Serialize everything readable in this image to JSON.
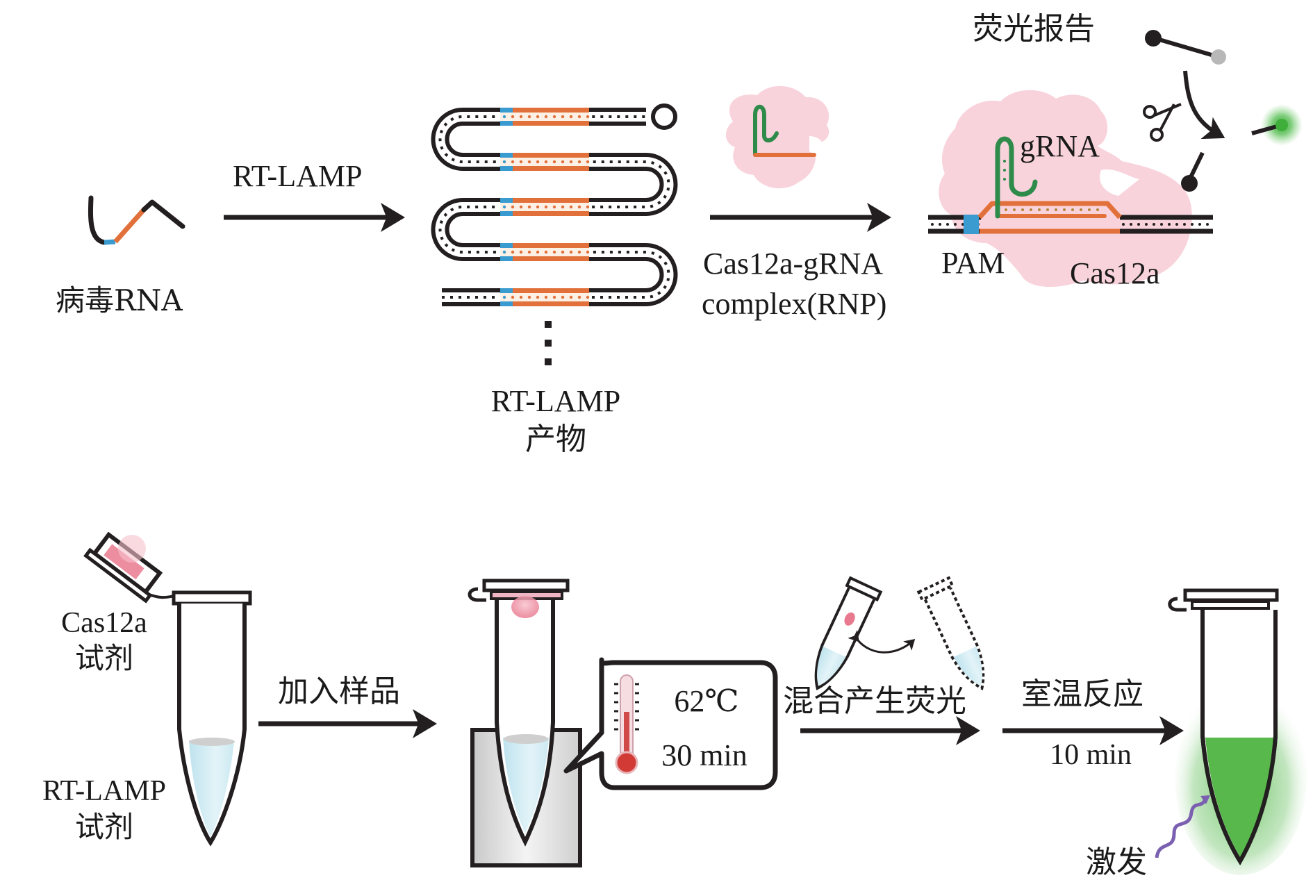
{
  "top_panel": {
    "viral_rna_label": "病毒RNA",
    "step1_label": "RT-LAMP",
    "product_label_line1": "RT-LAMP",
    "product_label_line2": "产物",
    "step2_label_line1": "Cas12a-gRNA",
    "step2_label_line2": "complex(RNP)",
    "grna_label": "gRNA",
    "pam_label": "PAM",
    "cas12a_label": "Cas12a",
    "reporter_label": "荧光报告"
  },
  "bottom_panel": {
    "cas12a_reagent_line1": "Cas12a",
    "cas12a_reagent_line2": "试剂",
    "rtlamp_reagent_line1": "RT-LAMP",
    "rtlamp_reagent_line2": "试剂",
    "step_add_sample": "加入样品",
    "temperature": "62℃",
    "incubation_time": "30 min",
    "step_mix": "混合产生荧光",
    "step_room_temp": "室温反应",
    "room_temp_time": "10 min",
    "excitation_label": "激发"
  },
  "colors": {
    "dna_strand": "#231f20",
    "target_region": "#e2703a",
    "pam_region": "#3a9bd0",
    "grna": "#2e8b4a",
    "cas12a_protein": "#f9d3dc",
    "fluorescence": "#55b947",
    "reagent_liquid": "#cfe9f1",
    "excitation_wave": "#7b5fb0"
  }
}
